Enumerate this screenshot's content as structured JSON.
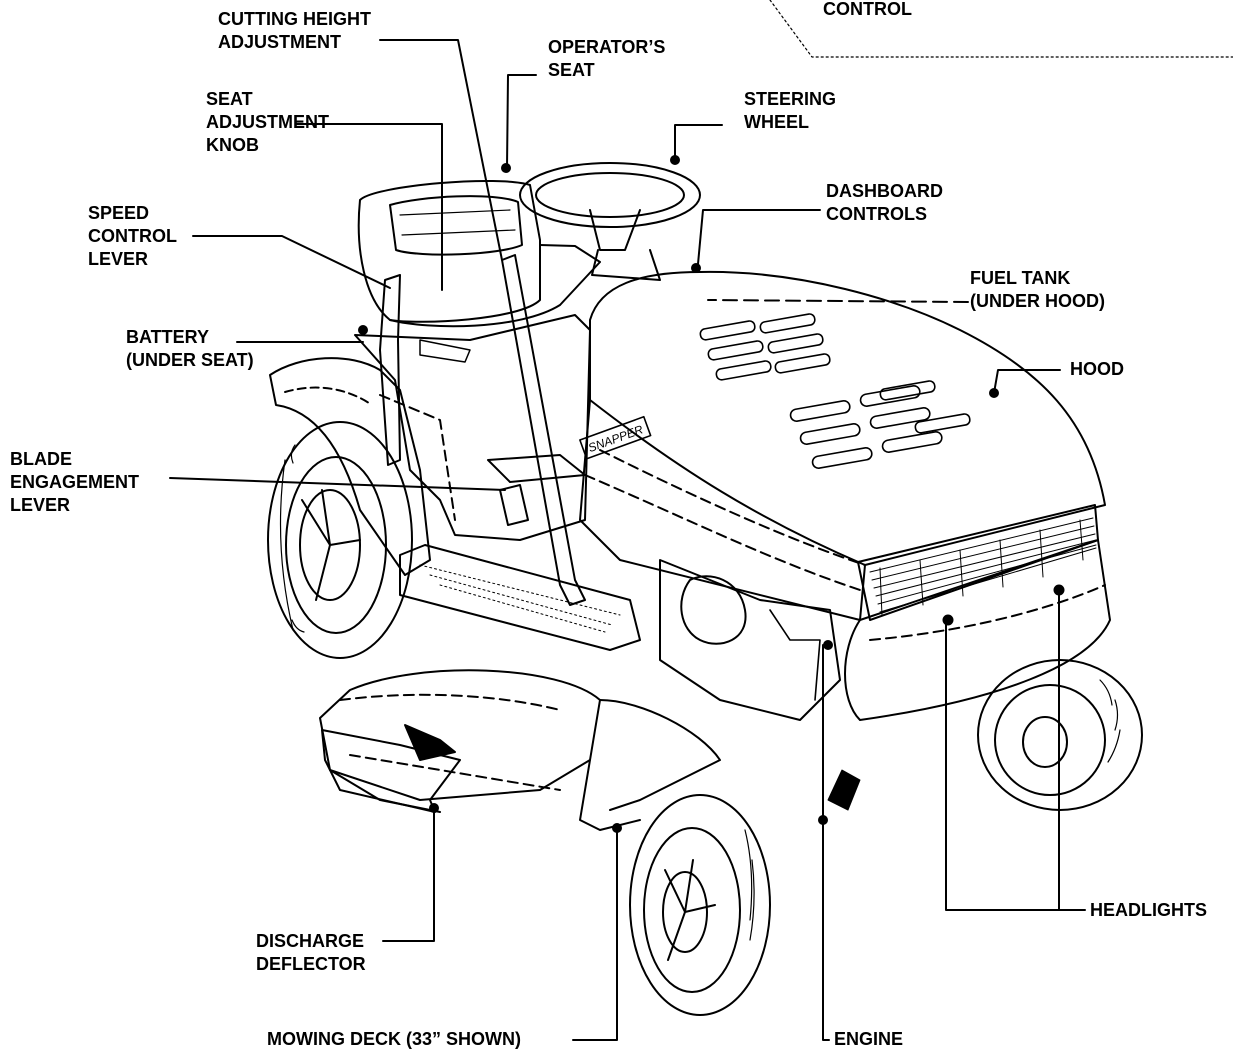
{
  "labels": {
    "cutting_height": [
      "CUTTING HEIGHT",
      "ADJUSTMENT"
    ],
    "control_partial": [
      "CONTROL"
    ],
    "operators_seat": [
      "OPERATOR’S",
      "SEAT"
    ],
    "seat_adjustment": [
      "SEAT",
      "ADJUSTMENT",
      "KNOB"
    ],
    "steering_wheel": [
      "STEERING",
      "WHEEL"
    ],
    "speed_control": [
      "SPEED",
      "CONTROL",
      "LEVER"
    ],
    "dashboard_controls": [
      "DASHBOARD",
      "CONTROLS"
    ],
    "fuel_tank": [
      "FUEL TANK",
      "(UNDER HOOD)"
    ],
    "battery": [
      "BATTERY",
      "(UNDER SEAT)"
    ],
    "hood": [
      "HOOD"
    ],
    "blade_engagement": [
      "BLADE",
      "ENGAGEMENT",
      "LEVER"
    ],
    "headlights": [
      "HEADLIGHTS"
    ],
    "discharge_deflector": [
      "DISCHARGE",
      "DEFLECTOR"
    ],
    "mowing_deck": [
      "MOWING DECK (33” SHOWN)"
    ],
    "engine": [
      "ENGINE"
    ]
  },
  "brand_badge": "SNAPPER",
  "colors": {
    "ink": "#000000",
    "paper": "#ffffff"
  }
}
